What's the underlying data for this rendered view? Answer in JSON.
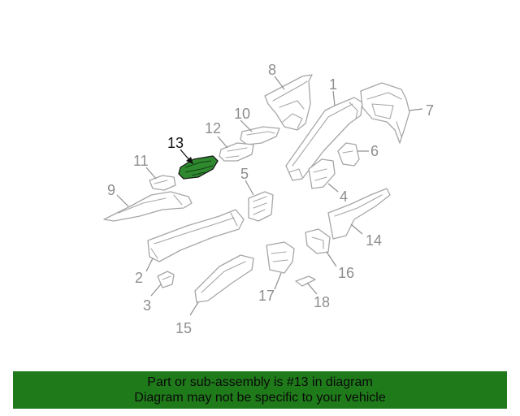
{
  "diagram": {
    "highlighted_part": "13",
    "callouts": {
      "c1": "1",
      "c2": "2",
      "c3": "3",
      "c4": "4",
      "c5": "5",
      "c6": "6",
      "c7": "7",
      "c8": "8",
      "c9": "9",
      "c10": "10",
      "c11": "11",
      "c12": "12",
      "c13": "13",
      "c14": "14",
      "c15": "15",
      "c16": "16",
      "c17": "17",
      "c18": "18"
    },
    "colors": {
      "highlight": "#2f8a2f",
      "lines": "#a6a6a6",
      "banner": "#1f7a1a"
    }
  },
  "banner": {
    "line1": "Part or sub-assembly is #13 in diagram",
    "line2": "Diagram may not be specific to your vehicle"
  }
}
